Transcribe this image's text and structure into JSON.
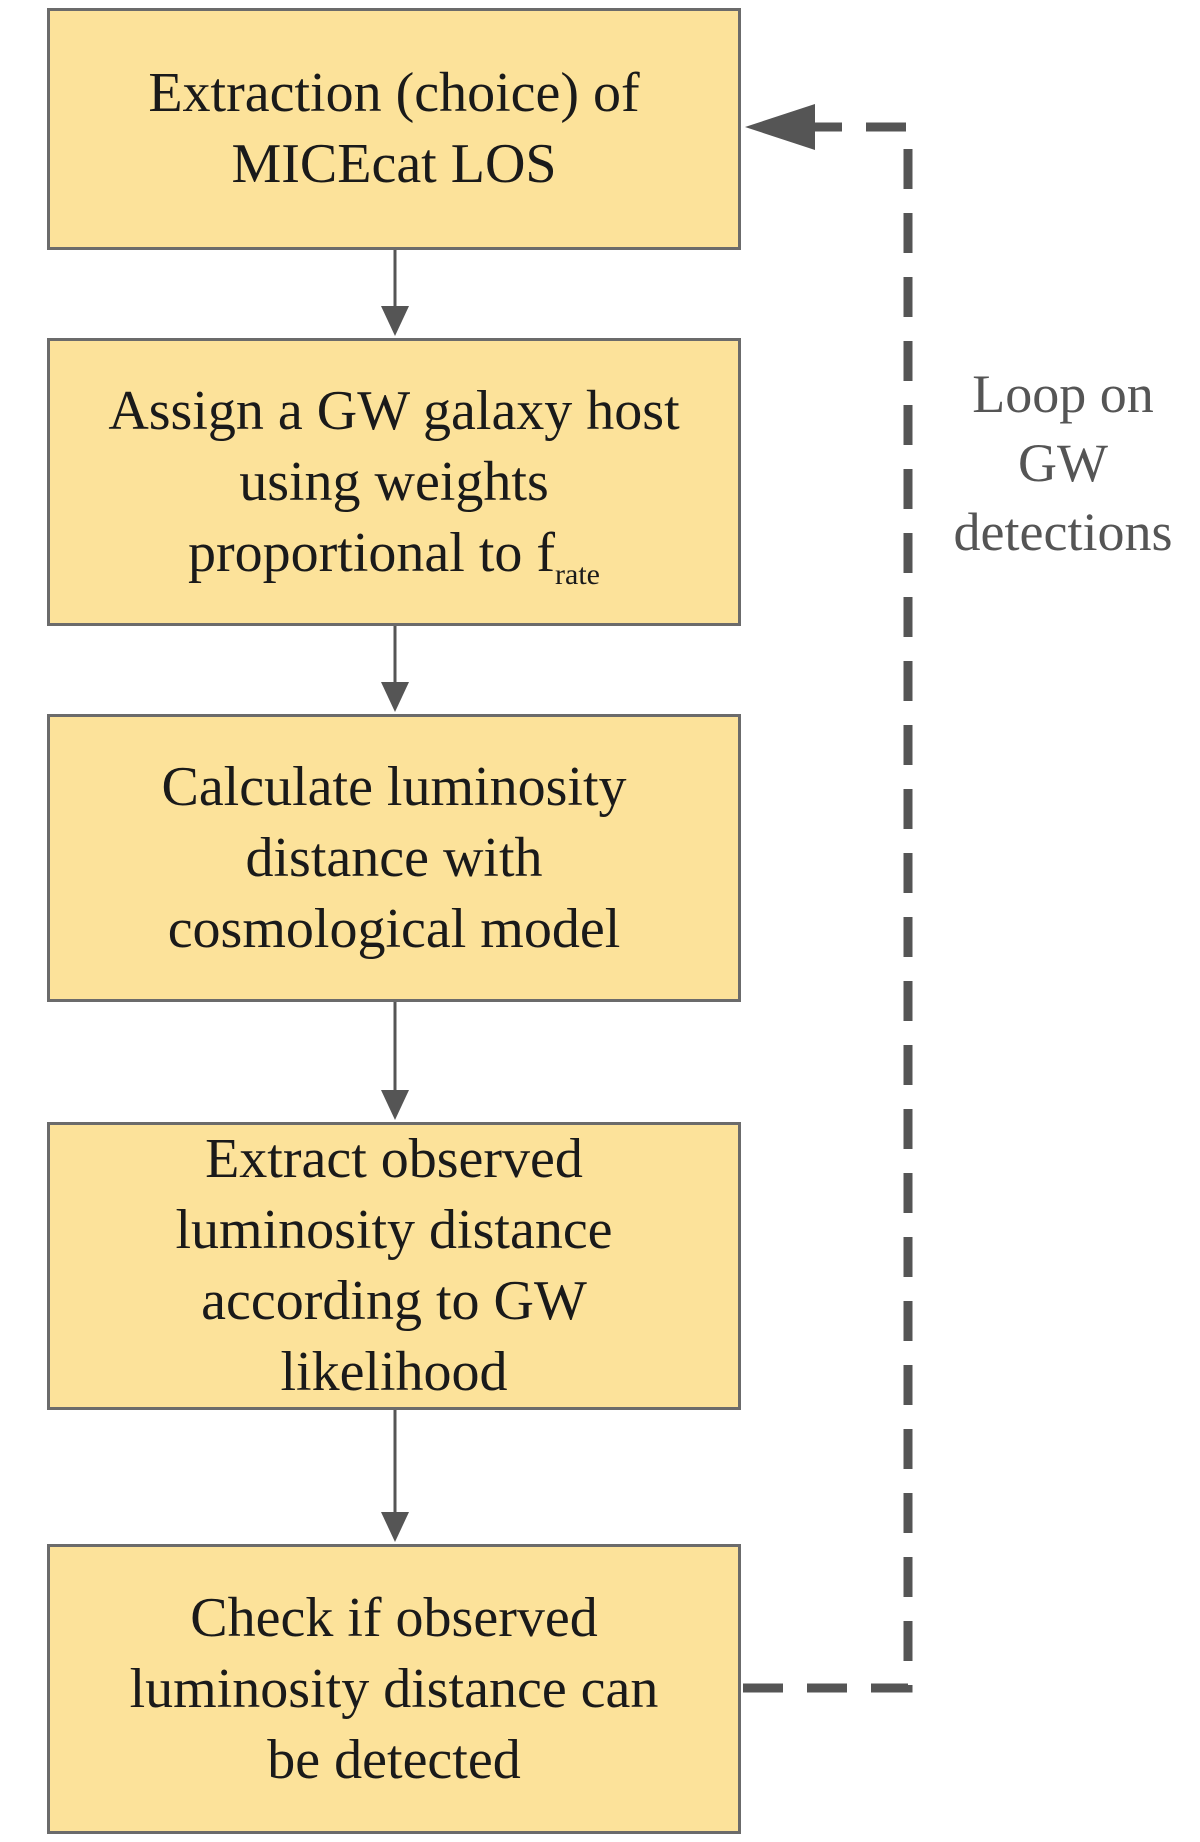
{
  "steps": [
    {
      "lines": [
        "Extraction (choice) of",
        "MICEcat LOS"
      ]
    },
    {
      "lines": [
        "Assign a GW galaxy host",
        "using weights"
      ],
      "last_line_text": "proportional to f",
      "last_line_subscript": "rate"
    },
    {
      "lines": [
        "Calculate luminosity",
        "distance with",
        "cosmological model"
      ]
    },
    {
      "lines": [
        "Extract observed",
        "luminosity distance",
        "according to GW",
        "likelihood"
      ]
    },
    {
      "lines": [
        "Check if observed",
        "luminosity distance can",
        "be detected"
      ]
    }
  ],
  "loop_label": {
    "lines": [
      "Loop on",
      "GW",
      "detections"
    ]
  },
  "colors": {
    "box_fill": "#fce29a",
    "box_border": "#6b6b6b",
    "arrow": "#555555",
    "loop_line": "#555555",
    "label_text": "#555555"
  }
}
